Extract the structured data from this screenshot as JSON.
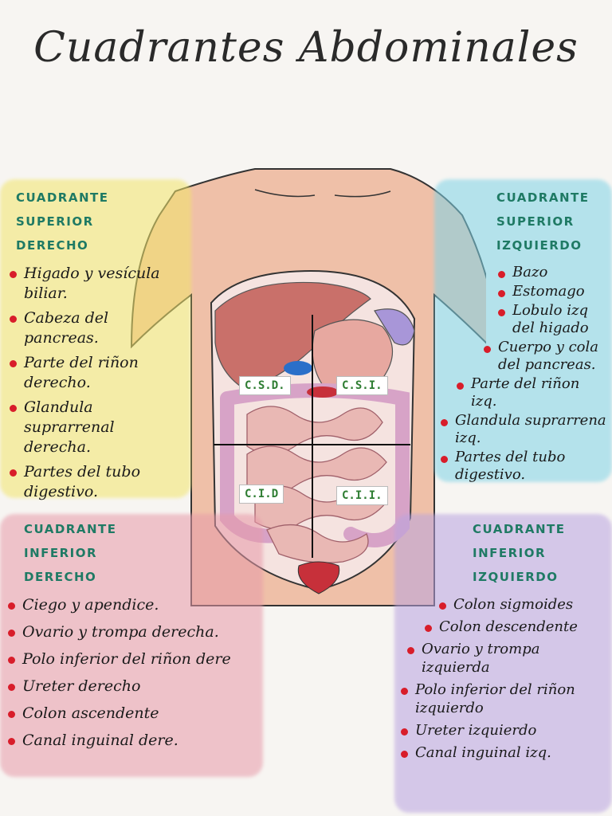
{
  "title": "Cuadrantes Abdominales",
  "colors": {
    "upper_right_bg": "#f2e56b",
    "upper_left_bg": "#7fd3e6",
    "lower_right_bg": "#e79aa9",
    "lower_left_bg": "#b9a3e0",
    "heading": "#1f7a64",
    "bullet": "#d81d2a",
    "label_text": "#2e7d32"
  },
  "quadrant_labels": {
    "csd": "C.S.D.",
    "csi": "C.S.I.",
    "cid": "C.I.D",
    "cii": "C.I.I."
  },
  "panels": {
    "upper_right": {
      "heading": [
        "CUADRANTE",
        "SUPERIOR",
        "DERECHO"
      ],
      "items": [
        "Higado y vesícula biliar.",
        "Cabeza del pancreas.",
        "Parte del riñon derecho.",
        "Glandula suprarrenal derecha.",
        "Partes del tubo digestivo."
      ]
    },
    "upper_left": {
      "heading": [
        "CUADRANTE",
        "SUPERIOR",
        "IZQUIERDO"
      ],
      "items": [
        "Bazo",
        "Estomago",
        "Lobulo izq del higado",
        "Cuerpo y cola del pancreas.",
        "Parte del riñon izq.",
        "Glandula suprarrena izq.",
        "Partes del tubo digestivo."
      ]
    },
    "lower_right": {
      "heading": [
        "CUADRANTE",
        "INFERIOR",
        "DERECHO"
      ],
      "items": [
        "Ciego y apendice.",
        "Ovario y trompa derecha.",
        "Polo inferior del riñon dere",
        "Ureter derecho",
        "Colon ascendente",
        "Canal inguinal dere."
      ]
    },
    "lower_left": {
      "heading": [
        "CUADRANTE",
        "INFERIOR",
        "IZQUIERDO"
      ],
      "items": [
        "Colon sigmoides",
        "Colon descendente",
        "Ovario y trompa izquierda",
        "Polo inferior del riñon izquierdo",
        "Ureter izquierdo",
        "Canal inguinal izq."
      ]
    }
  }
}
